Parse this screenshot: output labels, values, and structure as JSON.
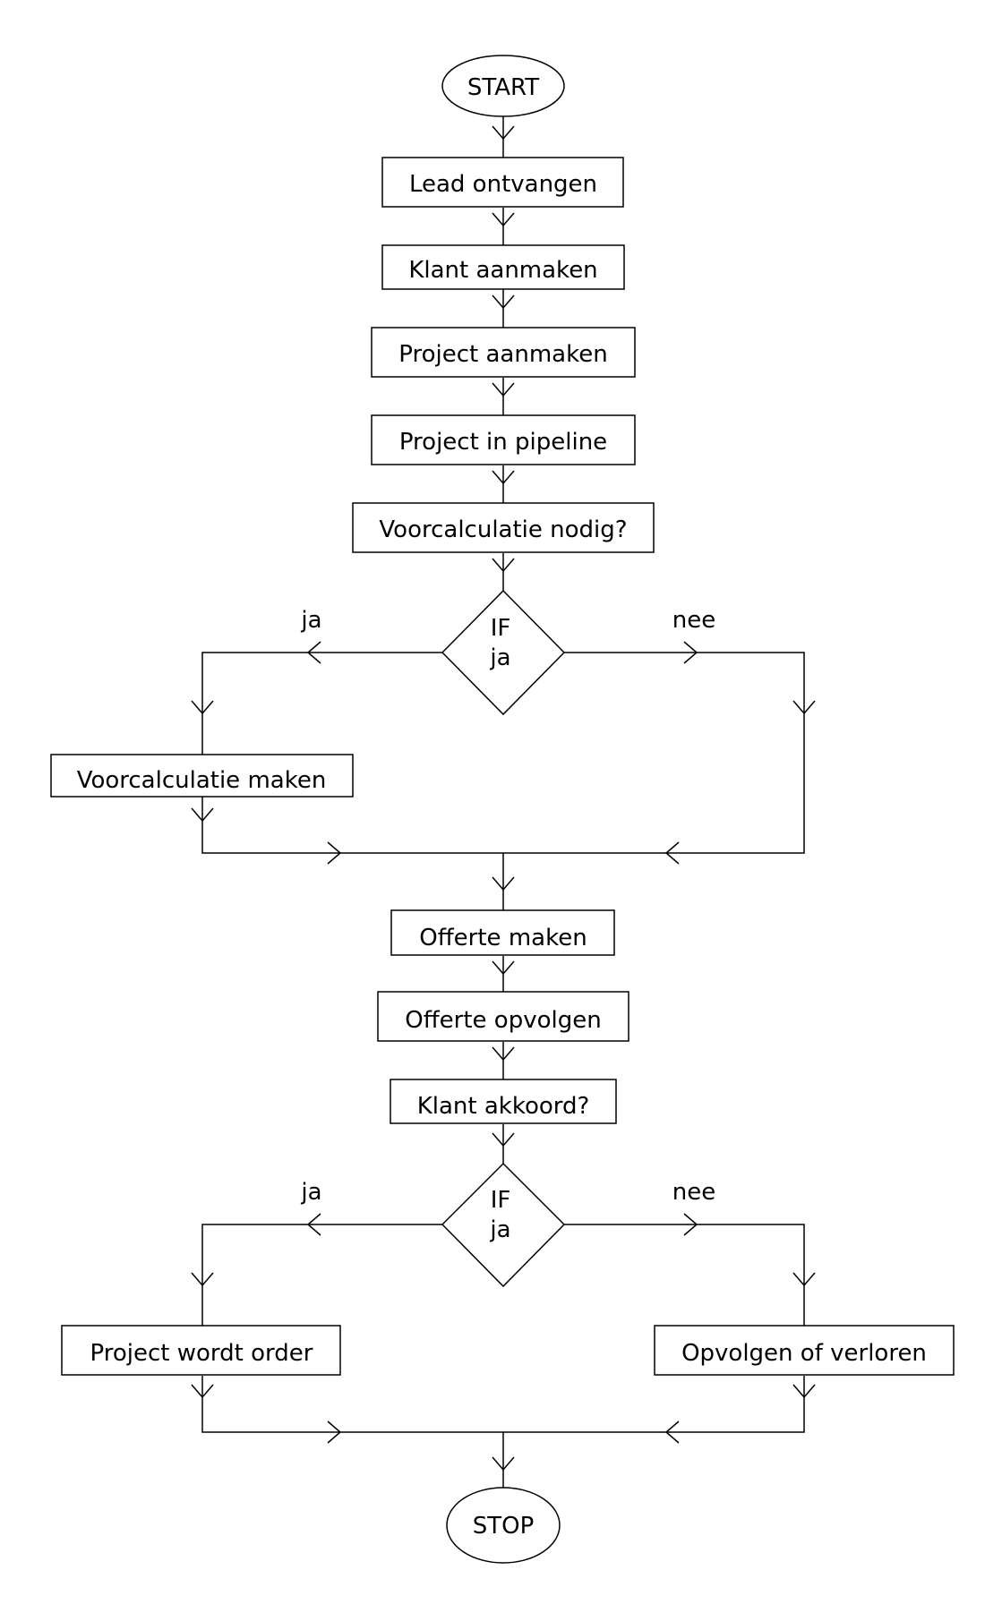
{
  "diagram": {
    "start": "START",
    "stop": "STOP",
    "steps": {
      "lead": "Lead ontvangen",
      "klant": "Klant aanmaken",
      "project": "Project aanmaken",
      "pipeline": "Project in pipeline",
      "voorcalc_question": "Voorcalculatie nodig?",
      "voorcalc_make": "Voorcalculatie maken",
      "offerte_make": "Offerte maken",
      "offerte_follow": "Offerte opvolgen",
      "akkoord_question": "Klant akkoord?",
      "order": "Project wordt order",
      "lost": "Opvolgen of verloren"
    },
    "decision1": {
      "line1": "IF",
      "line2": "ja",
      "yes_label": "ja",
      "no_label": "nee"
    },
    "decision2": {
      "line1": "IF",
      "line2": "ja",
      "yes_label": "ja",
      "no_label": "nee"
    }
  }
}
